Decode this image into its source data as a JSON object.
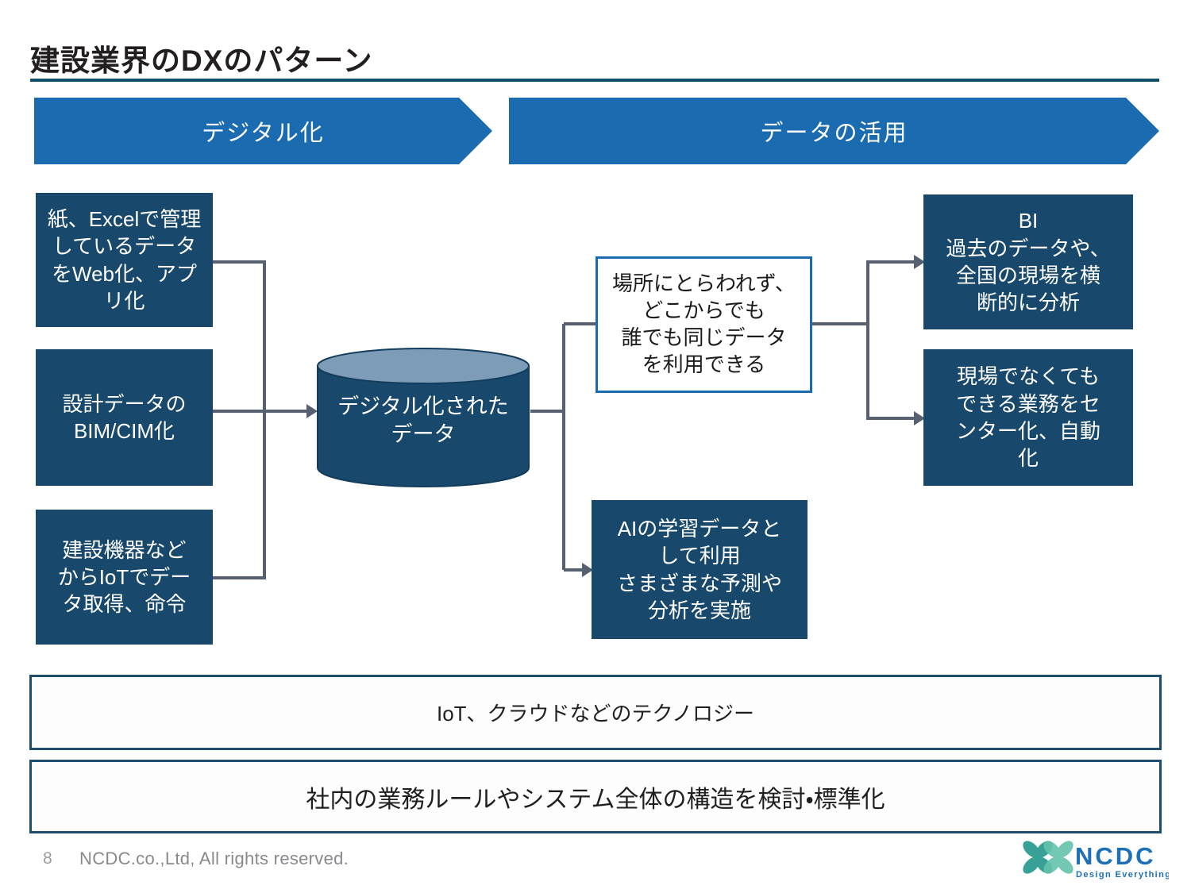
{
  "slide": {
    "title": "建設業界のDXのパターン",
    "page_number": "8",
    "copyright": "NCDC.co.,Ltd, All rights reserved."
  },
  "banners": {
    "digitalization": "デジタル化",
    "data_utilization": "データの活用"
  },
  "source_boxes": [
    {
      "lines": [
        "紙、Excelで管理",
        "しているデータ",
        "をWeb化、アプ",
        "リ化"
      ]
    },
    {
      "lines": [
        "設計データの",
        "BIM/CIM化"
      ]
    },
    {
      "lines": [
        "建設機器など",
        "からIoTでデー",
        "タ取得、命令"
      ]
    }
  ],
  "database_cylinder": {
    "lines": [
      "デジタル化された",
      "データ"
    ]
  },
  "benefit_box": {
    "lines": [
      "場所にとらわれず、",
      "どこからでも",
      "誰でも同じデータ",
      "を利用できる"
    ]
  },
  "ai_box": {
    "lines": [
      "AIの学習データと",
      "して利用",
      "さまざまな予測や",
      "分析を実施"
    ]
  },
  "result_boxes": [
    {
      "lines": [
        "BI",
        "過去のデータや、",
        "全国の現場を横",
        "断的に分析"
      ]
    },
    {
      "lines": [
        "現場でなくても",
        "できる業務をセ",
        "ンター化、自動",
        "化"
      ]
    }
  ],
  "foundation_boxes": [
    {
      "label": "IoT、クラウドなどのテクノロジー"
    },
    {
      "label": "社内の業務ルールやシステム全体の構造を検討・標準化"
    }
  ],
  "logo": {
    "brand": "NCDC",
    "tagline": "Design Everything"
  },
  "colors": {
    "banner_blue": "#1a6bb0",
    "box_navy": "#18486c",
    "cylinder_top": "#7d9cb8",
    "connector_gray": "#566070",
    "border_navy": "#1d4e70",
    "title_text": "#231f20",
    "logo_teal_dark": "#2e9d92",
    "logo_teal_light": "#64c3ab",
    "logo_blue": "#1d70b7"
  }
}
